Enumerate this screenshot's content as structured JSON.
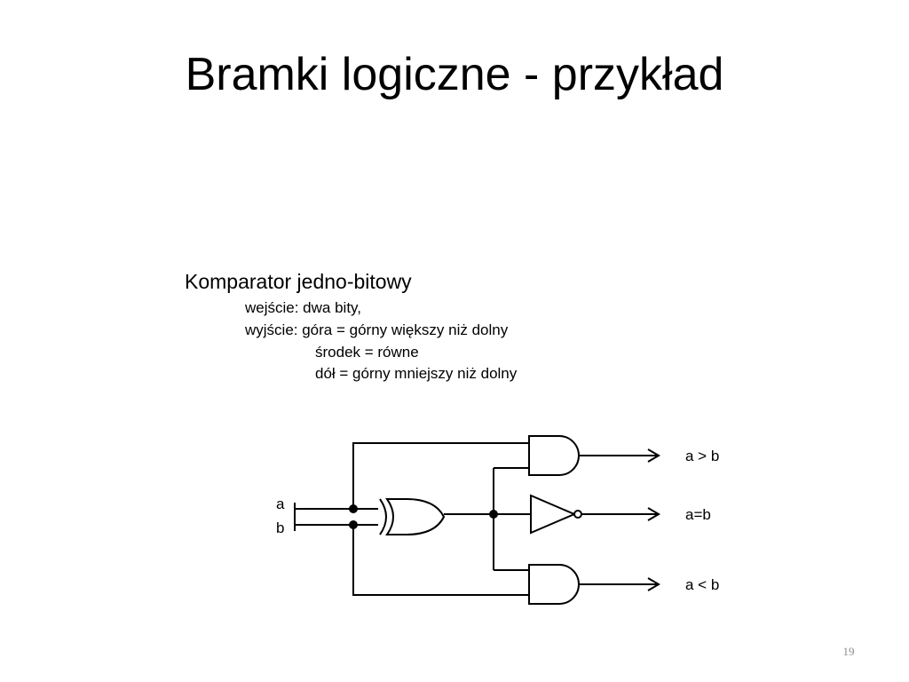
{
  "slide": {
    "title": "Bramki logiczne - przykład",
    "page_number": "19"
  },
  "figure": {
    "heading": "Komparator jedno-bitowy",
    "lines": [
      "wejście: dwa bity,",
      "wyjście: góra = górny większy niż dolny",
      "środek = równe",
      "dół = górny mniejszy niż dolny"
    ],
    "inputs": {
      "a": "a",
      "b": "b"
    },
    "outputs": {
      "greater": "a > b",
      "equal": "a=b",
      "less": "a < b"
    }
  }
}
